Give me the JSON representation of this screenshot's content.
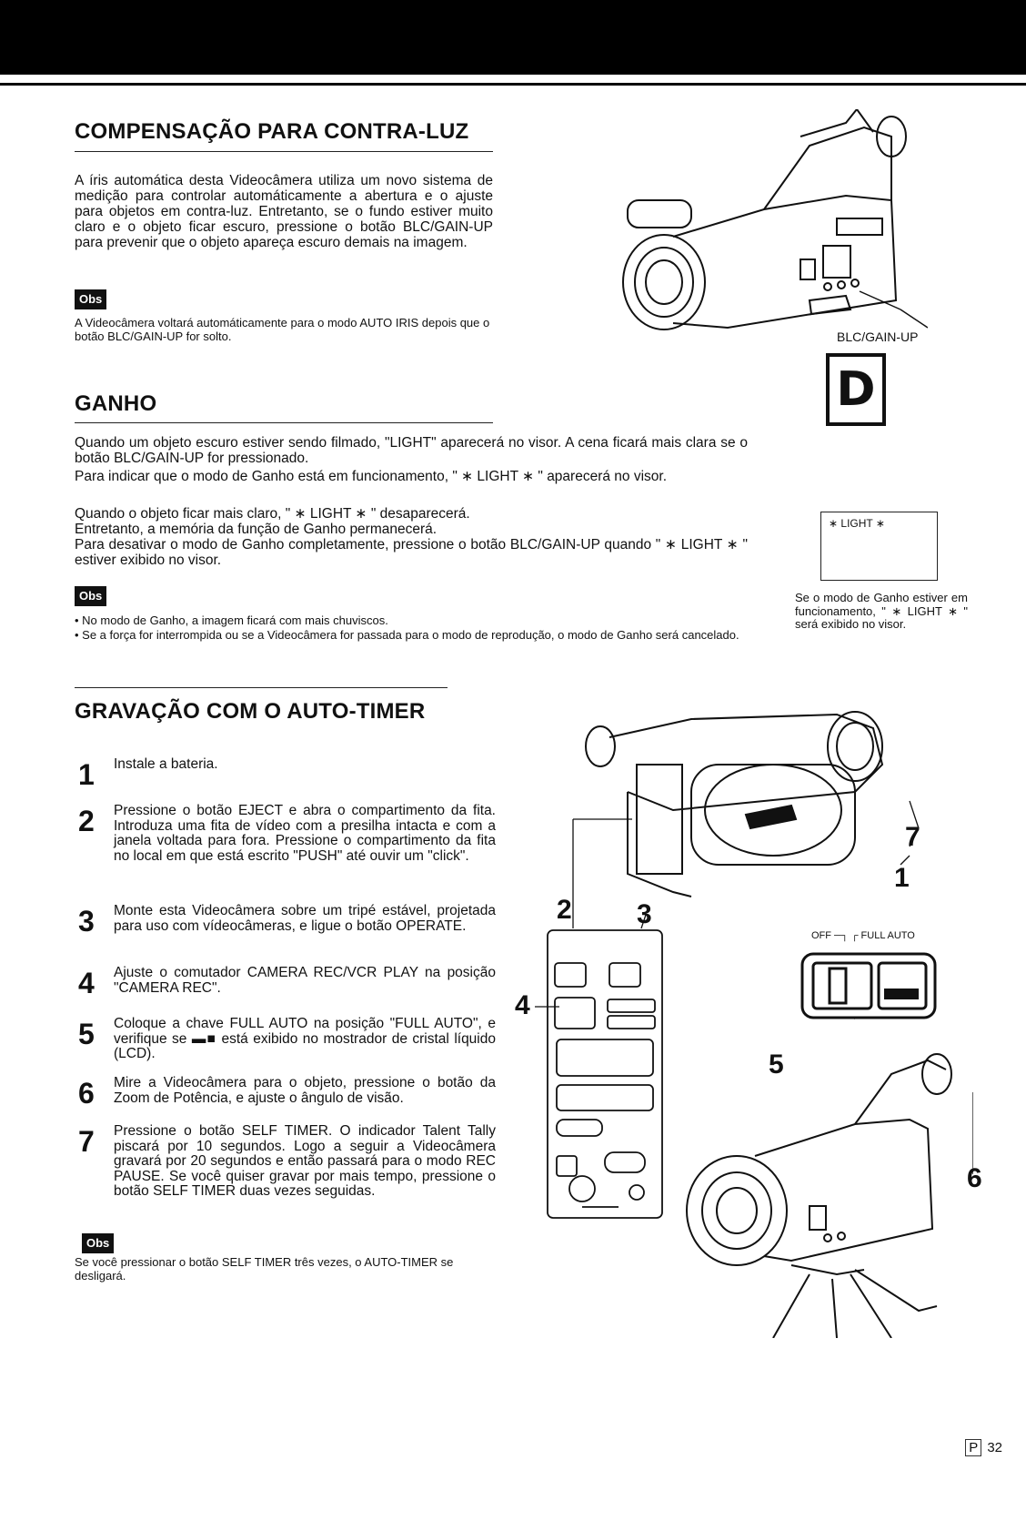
{
  "section1": {
    "title": "COMPENSAÇÃO PARA CONTRA-LUZ",
    "body": "A íris automática desta Videocâmera utiliza um novo sistema de medição para controlar automáticamente a abertura e o ajuste para objetos em contra-luz. Entretanto, se o fundo estiver muito claro e o objeto ficar escuro, pressione o botão BLC/GAIN-UP para prevenir que o objeto apareça escuro demais na imagem.",
    "obs_label": "Obs",
    "obs_text": "A Videocâmera voltará automáticamente para o modo AUTO IRIS depois que o botão BLC/GAIN-UP for solto.",
    "figure_label": "BLC/GAIN-UP",
    "figure_badge": "D"
  },
  "section2": {
    "title": "GANHO",
    "para1": "Quando um objeto escuro estiver sendo filmado, \"LIGHT\" aparecerá no visor. A cena ficará mais clara se o botão BLC/GAIN-UP for pressionado.",
    "para2": "Para indicar que o modo de Ganho está em funcionamento, \" ∗ LIGHT ∗ \" aparecerá no visor.",
    "para3": "Quando o objeto ficar mais claro, \" ∗ LIGHT ∗ \" desaparecerá.",
    "para4": "Entretanto, a memória da função de Ganho permanecerá.",
    "para5": "Para desativar o modo de Ganho completamente, pressione o botão BLC/GAIN-UP quando \" ∗ LIGHT ∗ \" estiver exibido no visor.",
    "obs_label": "Obs",
    "bullet1": "• No modo de Ganho, a imagem ficará com mais chuviscos.",
    "bullet2": "• Se a força for interrompida ou se a Videocâmera for passada para o modo de reprodução, o modo de Ganho será cancelado.",
    "lcd_text": "∗ LIGHT ∗",
    "lcd_caption": "Se o modo de Ganho estiver em funcionamento, \" ∗ LIGHT ∗ \" será exibido no visor."
  },
  "section3": {
    "title": "GRAVAÇÃO COM O AUTO-TIMER",
    "steps": [
      {
        "num": "1",
        "text": "Instale a bateria."
      },
      {
        "num": "2",
        "text": "Pressione o botão EJECT e abra o compartimento da fita. Introduza uma fita de vídeo com a presilha intacta e com a janela voltada para fora. Pressione o compartimento da fita no local em que está escrito \"PUSH\" até ouvir um \"click\"."
      },
      {
        "num": "3",
        "text": "Monte esta Videocâmera sobre um tripé estável, projetada para uso com vídeocâmeras, e ligue o botão OPERATE."
      },
      {
        "num": "4",
        "text": "Ajuste o comutador CAMERA REC/VCR PLAY na posição \"CAMERA REC\"."
      },
      {
        "num": "5",
        "text": "Coloque a chave FULL AUTO na posição \"FULL AUTO\", e verifique se ▬■ está exibido no mostrador de cristal líquido (LCD)."
      },
      {
        "num": "6",
        "text": "Mire a Videocâmera para o objeto, pressione o botão da Zoom de Potência, e ajuste o ângulo de visão."
      },
      {
        "num": "7",
        "text": "Pressione o botão SELF TIMER. O indicador Talent Tally piscará por 10 segundos. Logo a seguir a Videocâmera gravará por 20 segundos e então passará para o modo REC PAUSE. Se você quiser gravar por mais tempo, pressione o botão SELF TIMER duas vezes seguidas."
      }
    ],
    "obs_label": "Obs",
    "obs_text": "Se você pressionar o botão SELF TIMER três vezes, o AUTO-TIMER se desligará.",
    "callouts": [
      "1",
      "2",
      "3",
      "4",
      "5",
      "6",
      "7"
    ],
    "switch_label": "OFF ─┐ ┌ FULL AUTO"
  },
  "page": {
    "box": "P",
    "number": "32"
  }
}
